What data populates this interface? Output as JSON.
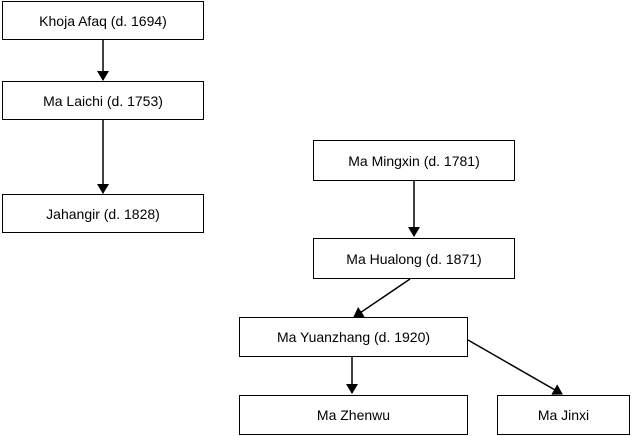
{
  "nodes": {
    "khoja_afaq": "Khoja Afaq (d. 1694)",
    "ma_laichi": "Ma Laichi (d. 1753)",
    "jahangir": "Jahangir (d. 1828)",
    "ma_mingxin": "Ma Mingxin (d. 1781)",
    "ma_hualong": "Ma Hualong (d. 1871)",
    "ma_yuanzhang": "Ma Yuanzhang (d. 1920)",
    "ma_zhenwu": "Ma Zhenwu",
    "ma_jinxi": "Ma Jinxi"
  },
  "edges": [
    {
      "from": "khoja_afaq",
      "to": "ma_laichi"
    },
    {
      "from": "ma_laichi",
      "to": "jahangir"
    },
    {
      "from": "ma_mingxin",
      "to": "ma_hualong"
    },
    {
      "from": "ma_hualong",
      "to": "ma_yuanzhang"
    },
    {
      "from": "ma_yuanzhang",
      "to": "ma_zhenwu"
    },
    {
      "from": "ma_yuanzhang",
      "to": "ma_jinxi"
    }
  ],
  "colors": {
    "line": "#000000",
    "box_border": "#000000",
    "background": "#ffffff"
  }
}
